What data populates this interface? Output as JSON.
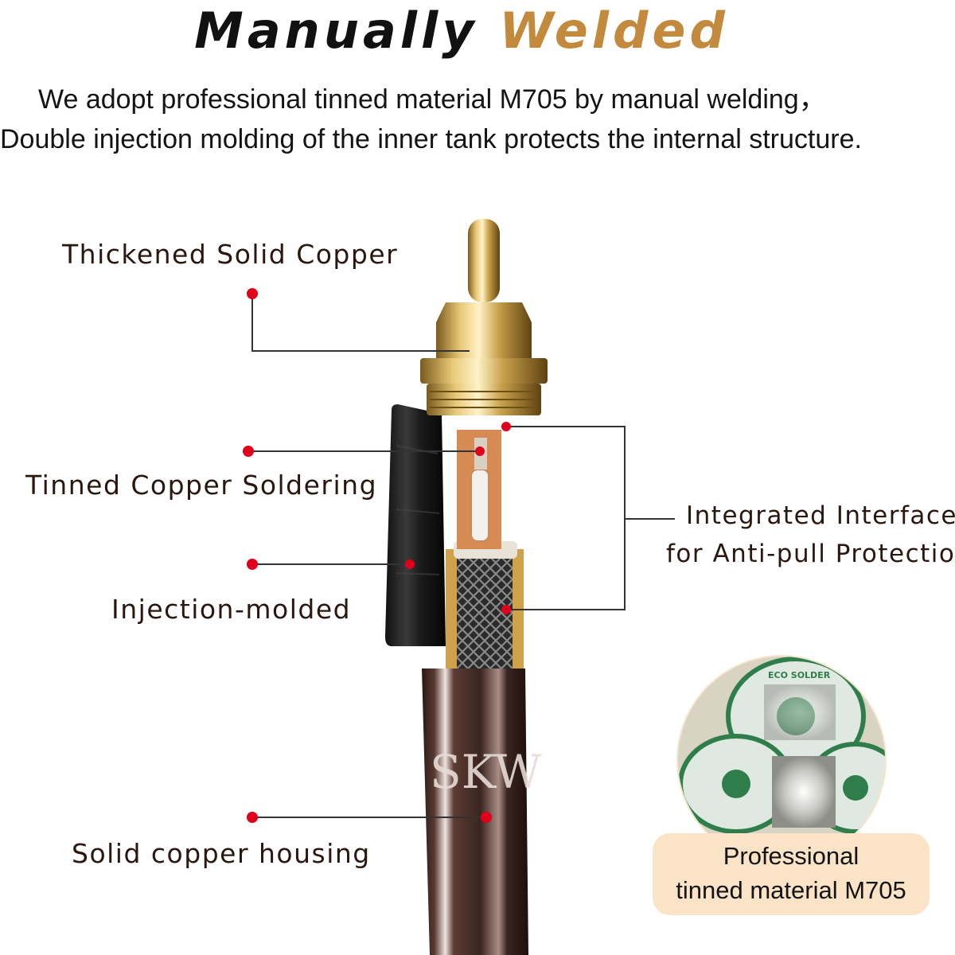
{
  "title": {
    "part1": "Manually",
    "part2": "Welded"
  },
  "intro": {
    "line1": "We adopt professional tinned material M705 by manual welding，",
    "line2": "Double injection molding of the inner tank protects the internal structure."
  },
  "callouts": {
    "copper": "Thickened Solid Copper",
    "soldering": "Tinned Copper Soldering",
    "injection": "Injection-molded",
    "housing": "Solid copper housing",
    "interface_line1": "Integrated Interface",
    "interface_line2": "for Anti-pull Protection"
  },
  "housing_brand": "SKW",
  "spool_brand": "ECO SOLDER",
  "badge": {
    "line1": "Professional",
    "line2": "tinned material M705"
  },
  "colors": {
    "title_accent": "#c38a3e",
    "marker_red": "#e0001b",
    "badge_bg": "#fae3c6",
    "housing_brown": "#3b2520",
    "gold": "#c9a14a"
  }
}
